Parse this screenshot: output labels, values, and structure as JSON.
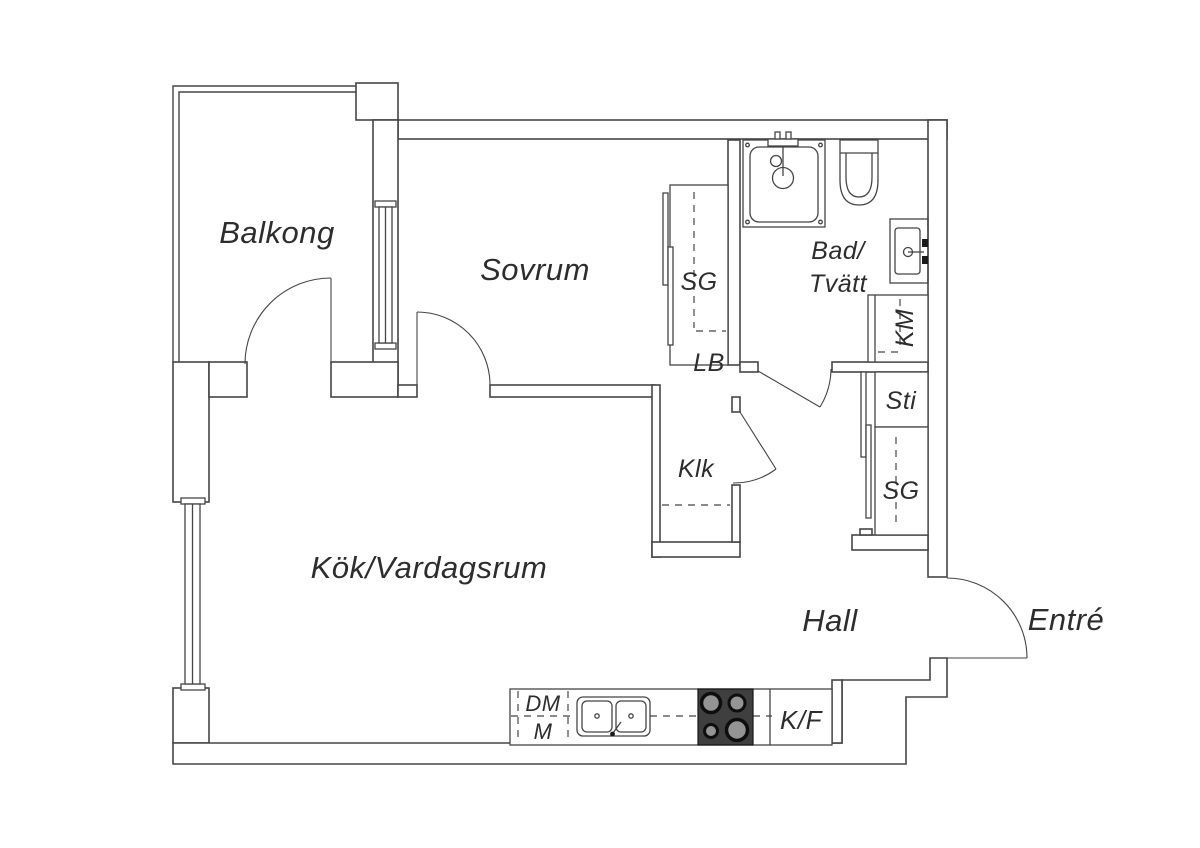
{
  "floorplan": {
    "rooms": {
      "balcony": "Balkong",
      "bedroom": "Sovrum",
      "bathroom_line1": "Bad/",
      "bathroom_line2": "Tvätt",
      "walk_in_closet": "Klk",
      "kitchen_living": "Kök/Vardagsrum",
      "hall": "Hall",
      "entrance": "Entré"
    },
    "cabinets": {
      "bedroom_wardrobe": "SG",
      "linen_cabinet": "LB",
      "washing_machine": "KM",
      "cleaning_cabinet": "Sti",
      "hall_wardrobe": "SG",
      "dishwasher": "DM",
      "micro": "M",
      "fridge_freezer": "K/F"
    },
    "colors": {
      "background": "#ffffff",
      "wall_line": "#454545",
      "text": "#2d2d2d",
      "stove_fill": "#3f3f3f",
      "burner_fill": "#949494"
    }
  }
}
